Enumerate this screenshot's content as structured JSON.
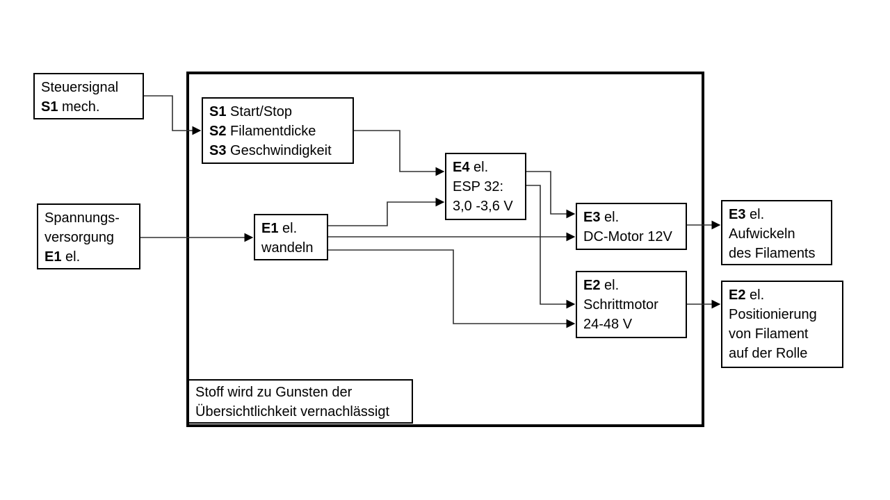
{
  "canvas": {
    "background": "#ffffff",
    "line_color": "#000000",
    "border_color": "#000000"
  },
  "diagram": {
    "type": "block-diagram",
    "language": "de"
  },
  "boxes": {
    "steuersignal": {
      "lines": [
        {
          "b": "",
          "t": "Steuersignal"
        },
        {
          "b": "S1",
          "t": " mech."
        }
      ]
    },
    "spannungsversorgung": {
      "lines": [
        {
          "b": "",
          "t": "Spannungs-"
        },
        {
          "b": "",
          "t": "versorgung"
        },
        {
          "b": "E1",
          "t": " el."
        }
      ]
    },
    "signale": {
      "lines": [
        {
          "b": "S1",
          "t": " Start/Stop"
        },
        {
          "b": "S2",
          "t": " Filamentdicke"
        },
        {
          "b": "S3",
          "t": " Geschwindigkeit"
        }
      ]
    },
    "e1_wandeln": {
      "lines": [
        {
          "b": "E1",
          "t": " el."
        },
        {
          "b": "",
          "t": "wandeln"
        }
      ]
    },
    "e4_esp32": {
      "lines": [
        {
          "b": "E4",
          "t": " el."
        },
        {
          "b": "",
          "t": "ESP 32:"
        },
        {
          "b": "",
          "t": "3,0 -3,6 V"
        }
      ]
    },
    "e3_dcmotor": {
      "lines": [
        {
          "b": "E3",
          "t": " el."
        },
        {
          "b": "",
          "t": "DC-Motor 12V"
        }
      ]
    },
    "e2_schrittmotor": {
      "lines": [
        {
          "b": "E2",
          "t": " el."
        },
        {
          "b": "",
          "t": "Schrittmotor"
        },
        {
          "b": "",
          "t": "24-48 V"
        }
      ]
    },
    "e3_aufwickeln": {
      "lines": [
        {
          "b": "E3",
          "t": " el."
        },
        {
          "b": "",
          "t": "Aufwickeln"
        },
        {
          "b": "",
          "t": "des Filaments"
        }
      ]
    },
    "e2_positionierung": {
      "lines": [
        {
          "b": "E2",
          "t": " el."
        },
        {
          "b": "",
          "t": "Positionierung"
        },
        {
          "b": "",
          "t": "von Filament"
        },
        {
          "b": "",
          "t": "auf der Rolle"
        }
      ]
    },
    "note": {
      "lines": [
        {
          "b": "",
          "t": "Stoff wird zu Gunsten der"
        },
        {
          "b": "",
          "t": "Übersichtlichkeit vernachlässigt"
        }
      ]
    }
  }
}
